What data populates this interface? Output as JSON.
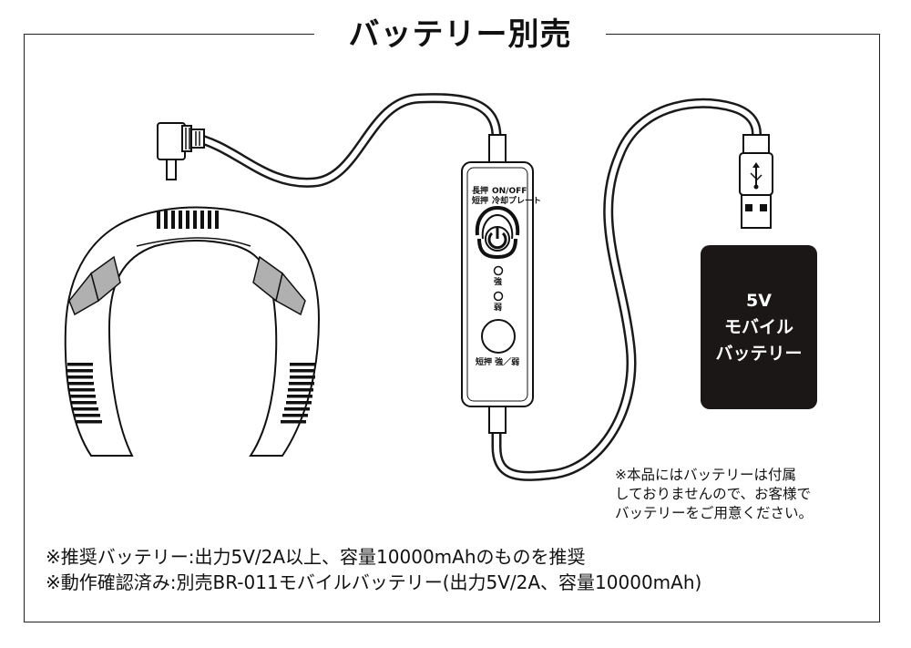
{
  "title": "バッテリー別売",
  "controller": {
    "long_press": "長押",
    "short_press": "短押",
    "onoff": "ON/OFF",
    "cooling_plate": "冷却プレート",
    "strong": "強",
    "weak": "弱",
    "bottom_label": "短押 強／弱"
  },
  "battery": {
    "line1": "5V",
    "line2": "モバイル",
    "line3": "バッテリー",
    "color": "#1c1717"
  },
  "note": {
    "line1": "※本品にはバッテリーは付属",
    "line2": "しておりませんので、お客様で",
    "line3": "バッテリーをご用意ください。"
  },
  "footer": {
    "line1": "※推奨バッテリー:出力5V/2A以上、容量10000mAhのものを推奨",
    "line2": "※動作確認済み:別売BR-011モバイルバッテリー(出力5V/2A、容量10000mAh)"
  },
  "icons": {
    "usb": "usb-icon",
    "power": "power-icon"
  }
}
